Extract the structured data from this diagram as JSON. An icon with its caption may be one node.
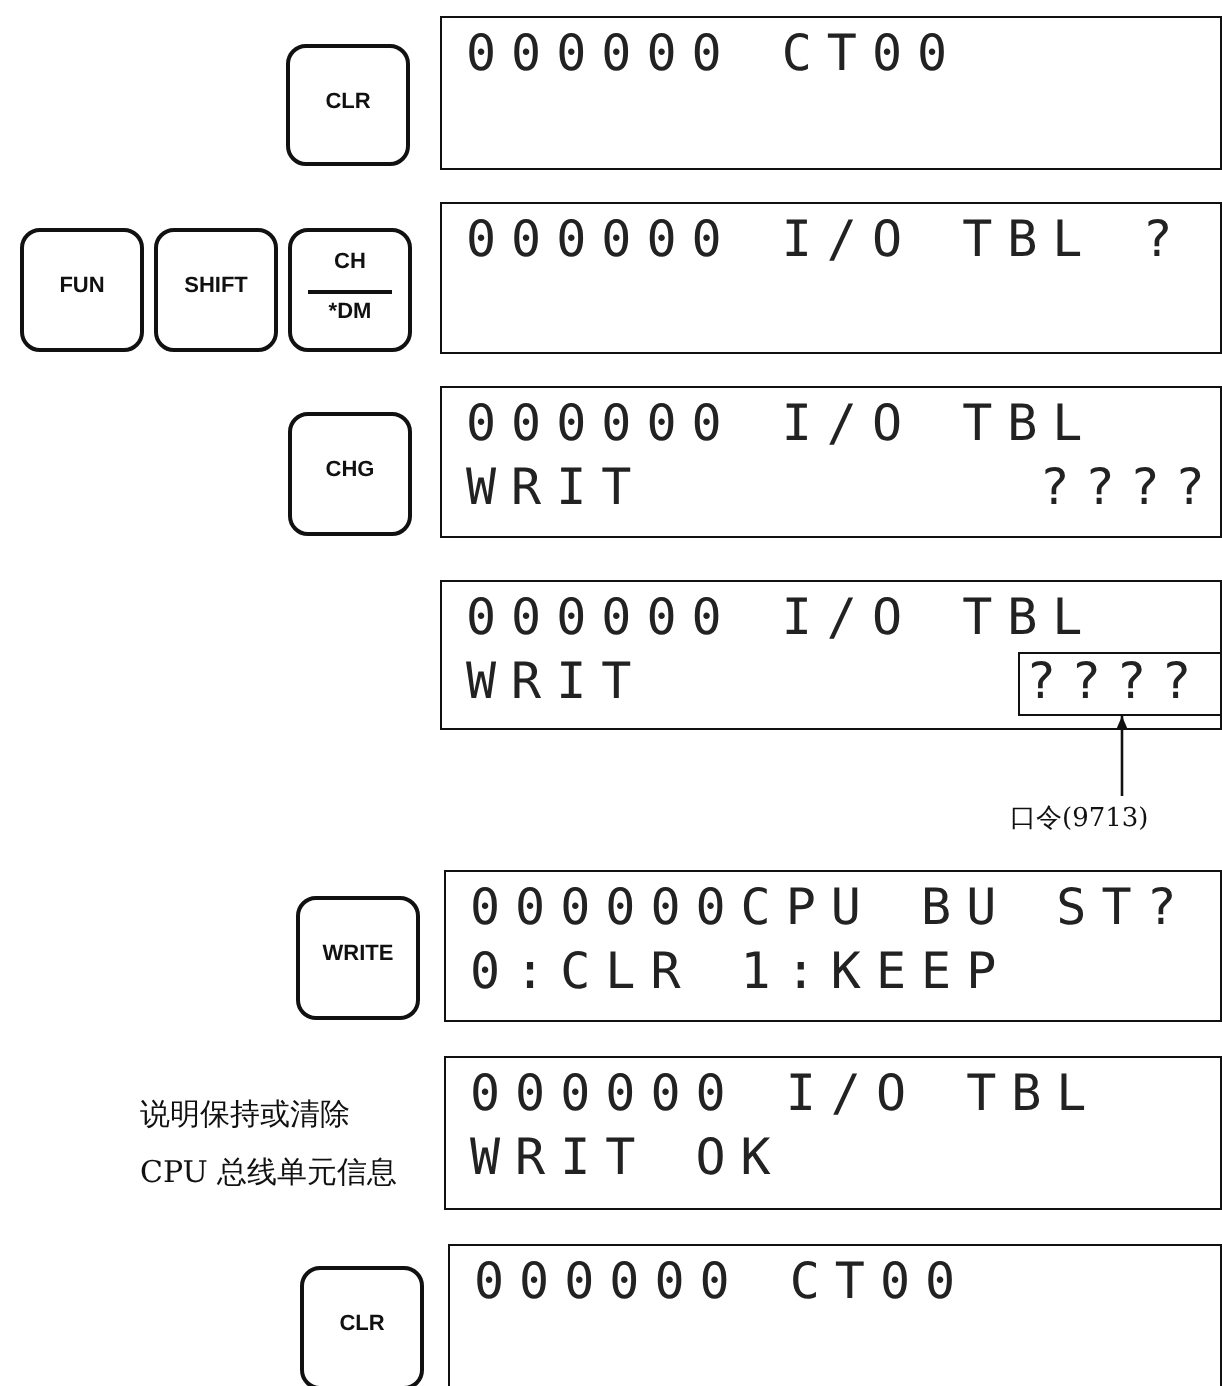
{
  "diagram": {
    "nodes": [
      {
        "text": [
          "CLR"
        ]
      },
      {
        "text": [
          "000000 CT00"
        ]
      },
      {
        "text": [
          "FUN"
        ]
      },
      {
        "text": [
          "SHIFT"
        ]
      },
      {
        "text": [
          "CH",
          "*DM"
        ]
      },
      {
        "text": [
          "000000 I/O TBL ?"
        ]
      },
      {
        "text": [
          "CHG"
        ]
      },
      {
        "text": [
          "000000 I/O TBL",
          "WRIT",
          "????"
        ]
      },
      {
        "text": [
          "000000 I/O TBL",
          "WRIT"
        ]
      },
      {
        "text": [
          "????"
        ],
        "in": 8
      },
      {
        "text": [
          "口令(9713)"
        ]
      },
      {
        "text": [
          "WRITE"
        ]
      },
      {
        "text": [
          "000000CPU BU ST?",
          "0:CLR 1:KEEP"
        ]
      },
      {
        "text": [
          "000000 I/O TBL",
          "WRIT OK"
        ]
      },
      {
        "text": [
          "CLR"
        ]
      },
      {
        "text": [
          "000000 CT00"
        ]
      }
    ],
    "edges": [
      {
        "from": 10,
        "to": 9,
        "arrow": "to"
      }
    ],
    "labels": [
      "说明保持或清除 CPU 总线单元信息"
    ]
  }
}
